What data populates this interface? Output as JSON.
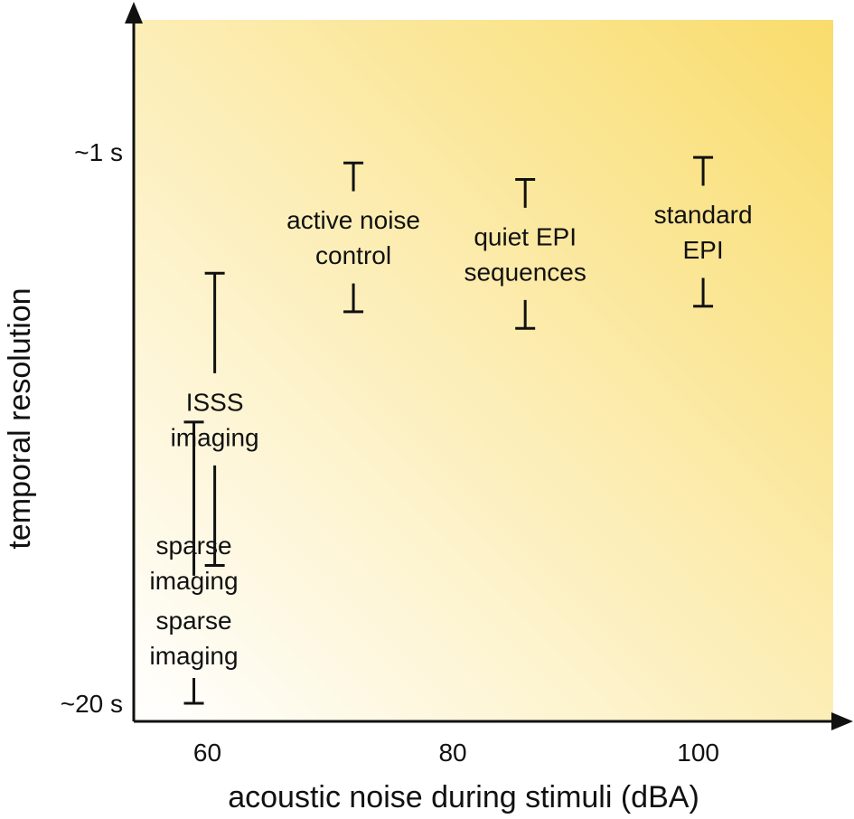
{
  "chart_data": {
    "type": "range",
    "xlabel": "acoustic noise during stimuli (dBA)",
    "ylabel": "temporal resolution",
    "x_ticks": [
      {
        "value": 60,
        "label": "60"
      },
      {
        "value": 80,
        "label": "80"
      },
      {
        "value": 100,
        "label": "100"
      }
    ],
    "y_ticks": [
      {
        "value": 0,
        "label": "~1 s"
      },
      {
        "value": 1,
        "label": "~20 s"
      }
    ],
    "xlim": [
      54,
      111
    ],
    "ylim_note": "top = ~1 s, bottom = ~20 s",
    "background_gradient": {
      "from": "#ffffff",
      "to": "#f9dc6c"
    },
    "methods": [
      {
        "lines": [
          "sparse",
          "imaging"
        ],
        "x": 58.9,
        "y_high": 0.49,
        "y_low": 1.0
      },
      {
        "lines": [
          "ISSS",
          "imaging"
        ],
        "x": 60.6,
        "y_high": 0.22,
        "y_low": 0.75
      },
      {
        "lines": [
          "active noise",
          "control"
        ],
        "x": 71.9,
        "y_high": 0.02,
        "y_low": 0.29
      },
      {
        "lines": [
          "quiet EPI",
          "sequences"
        ],
        "x": 85.9,
        "y_high": 0.05,
        "y_low": 0.32
      },
      {
        "lines": [
          "standard",
          "EPI"
        ],
        "x": 100.4,
        "y_high": 0.01,
        "y_low": 0.28
      }
    ]
  }
}
